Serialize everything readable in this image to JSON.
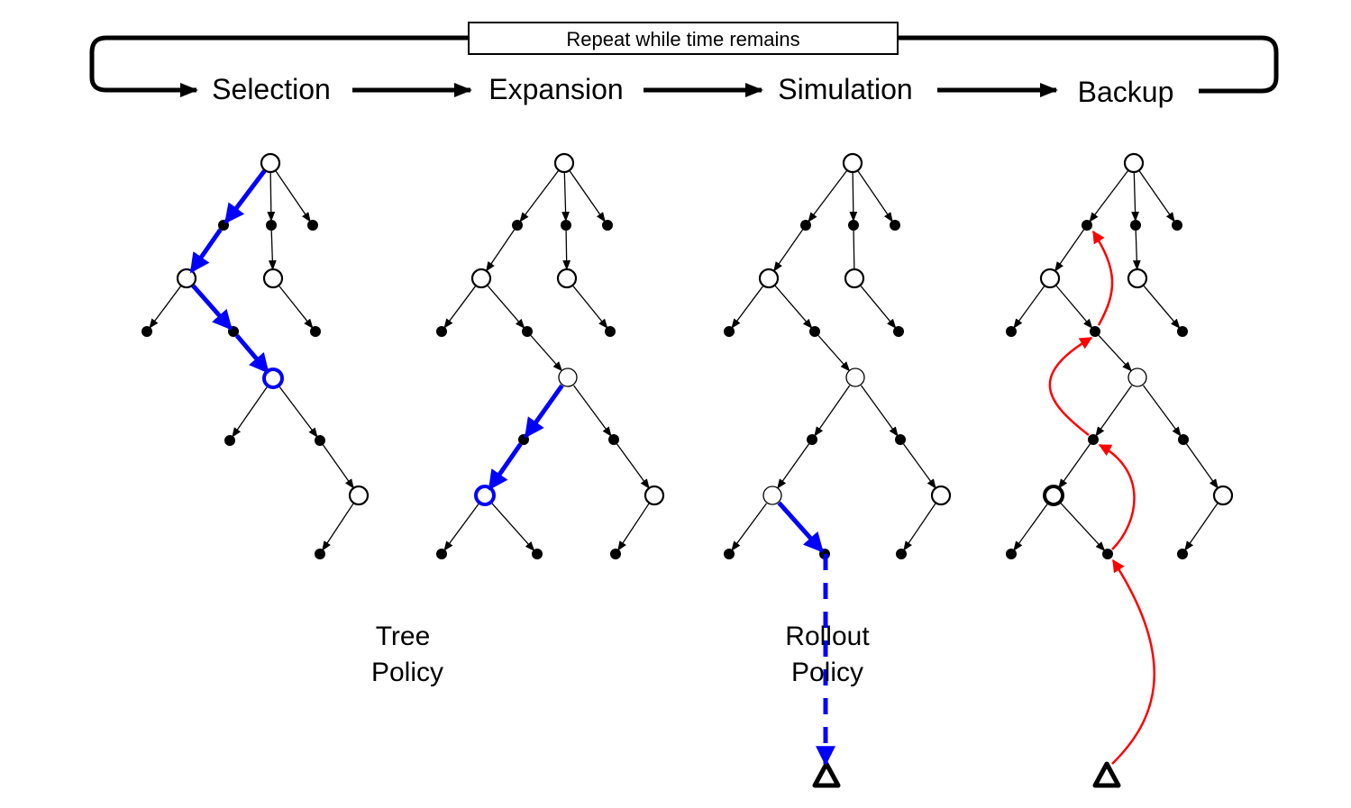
{
  "loop": {
    "label": "Repeat while time remains"
  },
  "phases": [
    {
      "id": "selection",
      "label": "Selection"
    },
    {
      "id": "expansion",
      "label": "Expansion"
    },
    {
      "id": "simulation",
      "label": "Simulation"
    },
    {
      "id": "backup",
      "label": "Backup"
    }
  ],
  "policy_labels": {
    "tree": [
      "Tree",
      "Policy"
    ],
    "rollout": [
      "Rollout",
      "Policy"
    ]
  },
  "colors": {
    "tree_edge": "#000000",
    "highlight_path": "#0000ff",
    "backup_path": "#ff0000",
    "state_node_fill": "#ffffff",
    "action_node_fill": "#000000"
  },
  "node_types": {
    "state": "open circle (state node)",
    "action": "filled dot (action node)",
    "terminal": "triangle (terminal state)"
  },
  "trees": [
    {
      "phase": "selection",
      "nodes": [
        {
          "id": "root",
          "type": "state"
        },
        {
          "id": "a1",
          "type": "action"
        },
        {
          "id": "a2",
          "type": "action"
        },
        {
          "id": "a3",
          "type": "action"
        },
        {
          "id": "s1",
          "type": "state"
        },
        {
          "id": "s2",
          "type": "state"
        },
        {
          "id": "a11",
          "type": "action"
        },
        {
          "id": "a12",
          "type": "action"
        },
        {
          "id": "a21",
          "type": "action"
        },
        {
          "id": "s3",
          "type": "state",
          "highlight": "selected"
        },
        {
          "id": "a31",
          "type": "action"
        },
        {
          "id": "a32",
          "type": "action"
        },
        {
          "id": "s4",
          "type": "state"
        },
        {
          "id": "a41",
          "type": "action"
        }
      ],
      "edges": [
        {
          "from": "root",
          "to": "a1",
          "style": "highlight"
        },
        {
          "from": "root",
          "to": "a2"
        },
        {
          "from": "root",
          "to": "a3"
        },
        {
          "from": "a1",
          "to": "s1",
          "style": "highlight"
        },
        {
          "from": "a2",
          "to": "s2"
        },
        {
          "from": "s1",
          "to": "a11"
        },
        {
          "from": "s1",
          "to": "a12",
          "style": "highlight"
        },
        {
          "from": "s2",
          "to": "a21"
        },
        {
          "from": "a12",
          "to": "s3",
          "style": "highlight"
        },
        {
          "from": "s3",
          "to": "a31"
        },
        {
          "from": "s3",
          "to": "a32"
        },
        {
          "from": "a32",
          "to": "s4"
        },
        {
          "from": "s4",
          "to": "a41"
        }
      ]
    },
    {
      "phase": "expansion",
      "nodes": [
        {
          "id": "root",
          "type": "state"
        },
        {
          "id": "a1",
          "type": "action"
        },
        {
          "id": "a2",
          "type": "action"
        },
        {
          "id": "a3",
          "type": "action"
        },
        {
          "id": "s1",
          "type": "state"
        },
        {
          "id": "s2",
          "type": "state"
        },
        {
          "id": "a11",
          "type": "action"
        },
        {
          "id": "a12",
          "type": "action"
        },
        {
          "id": "a21",
          "type": "action"
        },
        {
          "id": "s3",
          "type": "state",
          "thin": true
        },
        {
          "id": "a31",
          "type": "action"
        },
        {
          "id": "a32",
          "type": "action"
        },
        {
          "id": "s5",
          "type": "state",
          "highlight": "selected"
        },
        {
          "id": "s4",
          "type": "state"
        },
        {
          "id": "a51",
          "type": "action"
        },
        {
          "id": "a52",
          "type": "action"
        },
        {
          "id": "a41",
          "type": "action"
        }
      ],
      "edges": [
        {
          "from": "root",
          "to": "a1"
        },
        {
          "from": "root",
          "to": "a2"
        },
        {
          "from": "root",
          "to": "a3"
        },
        {
          "from": "a1",
          "to": "s1"
        },
        {
          "from": "a2",
          "to": "s2"
        },
        {
          "from": "s1",
          "to": "a11"
        },
        {
          "from": "s1",
          "to": "a12"
        },
        {
          "from": "s2",
          "to": "a21"
        },
        {
          "from": "a12",
          "to": "s3"
        },
        {
          "from": "s3",
          "to": "a31",
          "style": "highlight"
        },
        {
          "from": "s3",
          "to": "a32"
        },
        {
          "from": "a31",
          "to": "s5",
          "style": "highlight"
        },
        {
          "from": "a32",
          "to": "s4"
        },
        {
          "from": "s5",
          "to": "a51"
        },
        {
          "from": "s5",
          "to": "a52"
        },
        {
          "from": "s4",
          "to": "a41"
        }
      ]
    },
    {
      "phase": "simulation",
      "nodes": [
        {
          "id": "root",
          "type": "state"
        },
        {
          "id": "a1",
          "type": "action"
        },
        {
          "id": "a2",
          "type": "action"
        },
        {
          "id": "a3",
          "type": "action"
        },
        {
          "id": "s1",
          "type": "state"
        },
        {
          "id": "s2",
          "type": "state"
        },
        {
          "id": "a11",
          "type": "action"
        },
        {
          "id": "a12",
          "type": "action"
        },
        {
          "id": "a21",
          "type": "action"
        },
        {
          "id": "s3",
          "type": "state",
          "thin": true
        },
        {
          "id": "a31",
          "type": "action"
        },
        {
          "id": "a32",
          "type": "action"
        },
        {
          "id": "s5",
          "type": "state",
          "thin": true
        },
        {
          "id": "s4",
          "type": "state"
        },
        {
          "id": "a51",
          "type": "action"
        },
        {
          "id": "a52",
          "type": "action"
        },
        {
          "id": "a41",
          "type": "action"
        },
        {
          "id": "term",
          "type": "terminal"
        }
      ],
      "edges": [
        {
          "from": "root",
          "to": "a1"
        },
        {
          "from": "root",
          "to": "a2"
        },
        {
          "from": "root",
          "to": "a3"
        },
        {
          "from": "a1",
          "to": "s1"
        },
        {
          "from": "a2",
          "to": "s2",
          "noarrow": true
        },
        {
          "from": "s1",
          "to": "a11"
        },
        {
          "from": "s1",
          "to": "a12"
        },
        {
          "from": "s2",
          "to": "a21"
        },
        {
          "from": "a12",
          "to": "s3"
        },
        {
          "from": "s3",
          "to": "a31"
        },
        {
          "from": "s3",
          "to": "a32"
        },
        {
          "from": "a31",
          "to": "s5"
        },
        {
          "from": "a32",
          "to": "s4"
        },
        {
          "from": "s5",
          "to": "a51"
        },
        {
          "from": "s5",
          "to": "a52",
          "style": "highlight"
        },
        {
          "from": "s4",
          "to": "a41"
        },
        {
          "from": "a52",
          "to": "term",
          "style": "rollout"
        }
      ]
    },
    {
      "phase": "backup",
      "nodes": [
        {
          "id": "root",
          "type": "state"
        },
        {
          "id": "a1",
          "type": "action"
        },
        {
          "id": "a2",
          "type": "action"
        },
        {
          "id": "a3",
          "type": "action"
        },
        {
          "id": "s1",
          "type": "state"
        },
        {
          "id": "s2",
          "type": "state"
        },
        {
          "id": "a11",
          "type": "action"
        },
        {
          "id": "a12",
          "type": "action"
        },
        {
          "id": "a21",
          "type": "action"
        },
        {
          "id": "s3",
          "type": "state",
          "thin": true
        },
        {
          "id": "a31",
          "type": "action"
        },
        {
          "id": "a32",
          "type": "action"
        },
        {
          "id": "s5",
          "type": "state",
          "bold": true
        },
        {
          "id": "s4",
          "type": "state"
        },
        {
          "id": "a51",
          "type": "action"
        },
        {
          "id": "a52",
          "type": "action"
        },
        {
          "id": "a41",
          "type": "action"
        },
        {
          "id": "term",
          "type": "terminal"
        }
      ],
      "edges": [
        {
          "from": "root",
          "to": "a1"
        },
        {
          "from": "root",
          "to": "a2"
        },
        {
          "from": "root",
          "to": "a3"
        },
        {
          "from": "a1",
          "to": "s1"
        },
        {
          "from": "a2",
          "to": "s2"
        },
        {
          "from": "s1",
          "to": "a11"
        },
        {
          "from": "s1",
          "to": "a12"
        },
        {
          "from": "s2",
          "to": "a21"
        },
        {
          "from": "a12",
          "to": "s3"
        },
        {
          "from": "s3",
          "to": "a31"
        },
        {
          "from": "s3",
          "to": "a32"
        },
        {
          "from": "a31",
          "to": "s5"
        },
        {
          "from": "a32",
          "to": "s4"
        },
        {
          "from": "s5",
          "to": "a51"
        },
        {
          "from": "s5",
          "to": "a52"
        },
        {
          "from": "s4",
          "to": "a41"
        }
      ],
      "backup_path": [
        {
          "from": "term",
          "to": "a52"
        },
        {
          "from": "a52",
          "to": "a31"
        },
        {
          "from": "a31",
          "to": "a12"
        },
        {
          "from": "a12",
          "to": "a1"
        }
      ]
    }
  ]
}
